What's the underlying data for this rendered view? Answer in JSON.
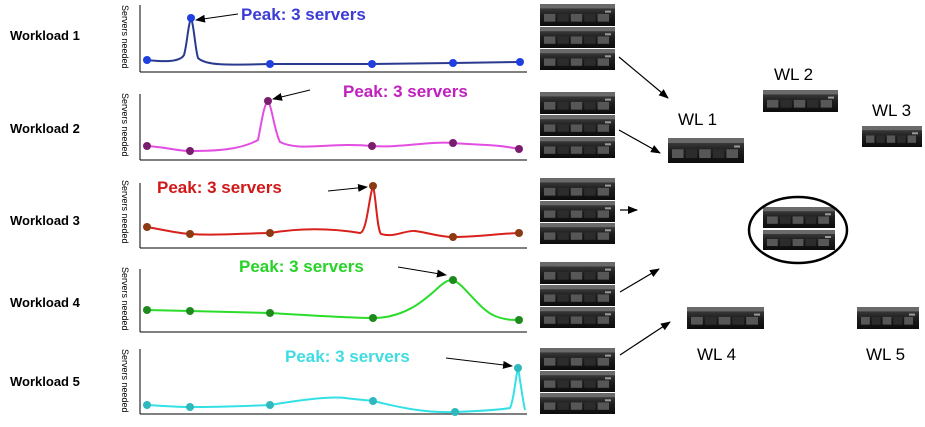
{
  "rows": [
    {
      "label": "Workload 1",
      "ylabel": "Servers needed",
      "peak": "Peak: 3 servers",
      "color": "#2a3a8f",
      "dot_color": "#1f3fe0",
      "peak_color": "#3b3bd6"
    },
    {
      "label": "Workload 2",
      "ylabel": "Servers needed",
      "peak": "Peak: 3 servers",
      "color": "#e24ee2",
      "dot_color": "#7a1d6f",
      "peak_color": "#c020c0"
    },
    {
      "label": "Workload 3",
      "ylabel": "Servers needed",
      "peak": "Peak: 3 servers",
      "color": "#d8201c",
      "dot_color": "#8b3a12",
      "peak_color": "#d01818"
    },
    {
      "label": "Workload 4",
      "ylabel": "Servers needed",
      "peak": "Peak: 3 servers",
      "color": "#2bdc2b",
      "dot_color": "#1e8a1e",
      "peak_color": "#28d228"
    },
    {
      "label": "Workload 5",
      "ylabel": "Servers needed",
      "peak": "Peak: 3 servers",
      "color": "#34e0e6",
      "dot_color": "#2fb8bd",
      "peak_color": "#3fdce2"
    }
  ],
  "consolidated": {
    "wl1": "WL 1",
    "wl2": "WL 2",
    "wl3": "WL 3",
    "wl4": "WL 4",
    "wl5": "WL 5"
  },
  "icons": {
    "server": "server-icon",
    "arrow": "arrow-icon",
    "group": "ellipse-outline"
  }
}
